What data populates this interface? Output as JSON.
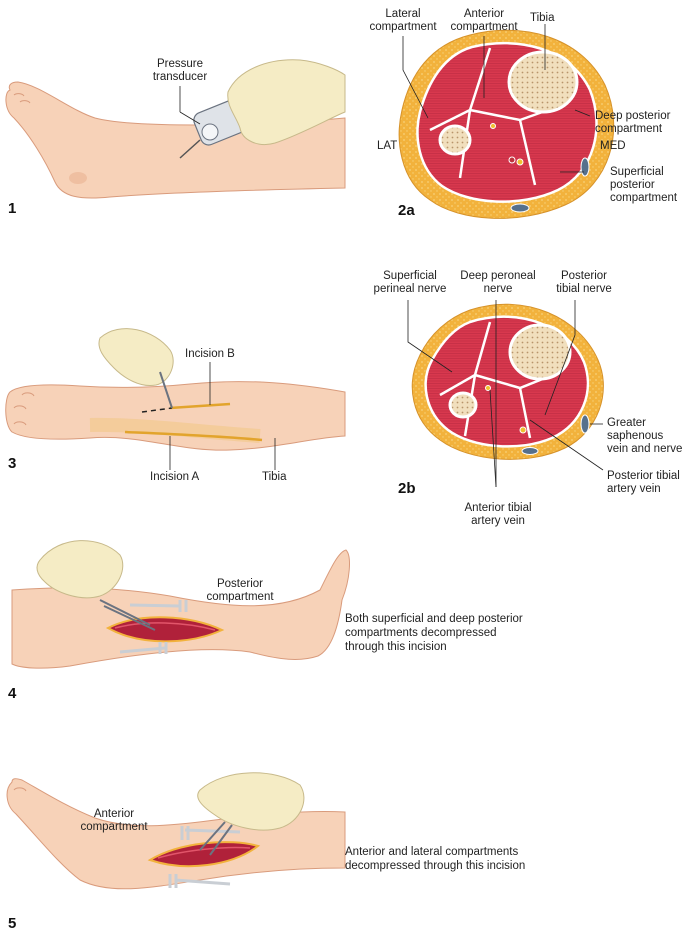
{
  "panels": {
    "p1": {
      "number": "1",
      "pressure_transducer": [
        "Pressure",
        "transducer"
      ]
    },
    "p2a": {
      "number": "2a",
      "lateral_compartment": [
        "Lateral",
        "compartment"
      ],
      "anterior_compartment": [
        "Anterior",
        "compartment"
      ],
      "tibia": "Tibia",
      "deep_posterior": [
        "Deep posterior",
        "compartment"
      ],
      "lat": "LAT",
      "med": "MED",
      "superficial_posterior": [
        "Superficial",
        "posterior",
        "compartment"
      ]
    },
    "p3": {
      "number": "3",
      "incision_b": "Incision B",
      "incision_a": "Incision A",
      "tibia": "Tibia"
    },
    "p2b": {
      "number": "2b",
      "superficial_perineal": [
        "Superficial",
        "perineal nerve"
      ],
      "deep_peroneal": [
        "Deep peroneal",
        "nerve"
      ],
      "posterior_tibial_nerve": [
        "Posterior",
        "tibial nerve"
      ],
      "greater_saphenous": [
        "Greater",
        "saphenous",
        "vein and nerve"
      ],
      "posterior_tibial_artery": [
        "Posterior tibial",
        "artery vein"
      ],
      "anterior_tibial_artery": [
        "Anterior tibial",
        "artery vein"
      ]
    },
    "p4": {
      "number": "4",
      "posterior_compartment": [
        "Posterior",
        "compartment"
      ],
      "note": [
        "Both superficial and deep posterior",
        "compartments decompressed",
        "through this incision"
      ]
    },
    "p5": {
      "number": "5",
      "anterior_compartment": [
        "Anterior",
        "compartment"
      ],
      "note": [
        "Anterior and lateral compartments",
        "decompressed through this incision"
      ]
    }
  },
  "colors": {
    "skin": "#f7d2b8",
    "skin_shadow": "#e9b291",
    "fat": "#f2b23c",
    "muscle": "#d8384e",
    "bone": "#f3e3c4",
    "glove": "#f5ecc5",
    "instrument": "#c9ced4"
  }
}
